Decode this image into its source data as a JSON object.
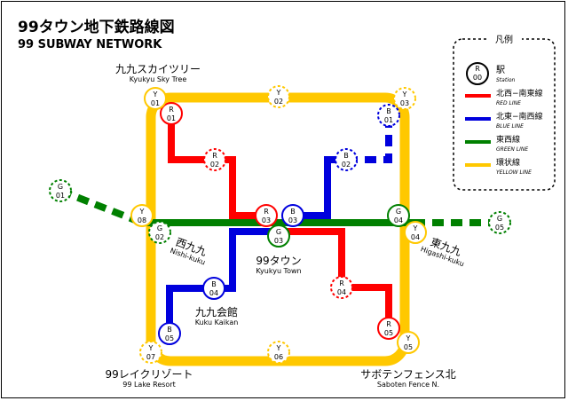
{
  "title_ja": "99タウン地下鉄路線図",
  "title_en": "99 SUBWAY NETWORK",
  "colors": {
    "red": "#ff0000",
    "blue": "#0000dd",
    "green": "#008000",
    "yellow": "#ffc800",
    "ink": "#000000"
  },
  "legend": {
    "title": "凡例",
    "station_sample": {
      "code": "R",
      "num": "00",
      "name": "駅",
      "name_en": "Station"
    },
    "lines": [
      {
        "key": "red",
        "name": "北西−南東線",
        "name_en": "RED LINE"
      },
      {
        "key": "blue",
        "name": "北東−南西線",
        "name_en": "BLUE LINE"
      },
      {
        "key": "green",
        "name": "東西線",
        "name_en": "GREEN LINE"
      },
      {
        "key": "yellow",
        "name": "環状線",
        "name_en": "YELLOW LINE"
      }
    ]
  },
  "stations": [
    {
      "code": "R",
      "num": "01",
      "color": "red",
      "dashed": false
    },
    {
      "code": "R",
      "num": "02",
      "color": "red",
      "dashed": true
    },
    {
      "code": "R",
      "num": "03",
      "color": "red",
      "dashed": false
    },
    {
      "code": "R",
      "num": "04",
      "color": "red",
      "dashed": true
    },
    {
      "code": "R",
      "num": "05",
      "color": "red",
      "dashed": false
    },
    {
      "code": "B",
      "num": "01",
      "color": "blue",
      "dashed": true
    },
    {
      "code": "B",
      "num": "02",
      "color": "blue",
      "dashed": true
    },
    {
      "code": "B",
      "num": "03",
      "color": "blue",
      "dashed": false
    },
    {
      "code": "B",
      "num": "04",
      "color": "blue",
      "dashed": false
    },
    {
      "code": "B",
      "num": "05",
      "color": "blue",
      "dashed": false
    },
    {
      "code": "G",
      "num": "01",
      "color": "green",
      "dashed": true
    },
    {
      "code": "G",
      "num": "02",
      "color": "green",
      "dashed": true
    },
    {
      "code": "G",
      "num": "03",
      "color": "green",
      "dashed": false
    },
    {
      "code": "G",
      "num": "04",
      "color": "green",
      "dashed": false
    },
    {
      "code": "G",
      "num": "05",
      "color": "green",
      "dashed": true
    },
    {
      "code": "Y",
      "num": "01",
      "color": "yellow",
      "dashed": false
    },
    {
      "code": "Y",
      "num": "02",
      "color": "yellow",
      "dashed": true
    },
    {
      "code": "Y",
      "num": "03",
      "color": "yellow",
      "dashed": true
    },
    {
      "code": "Y",
      "num": "04",
      "color": "yellow",
      "dashed": false
    },
    {
      "code": "Y",
      "num": "05",
      "color": "yellow",
      "dashed": false
    },
    {
      "code": "Y",
      "num": "06",
      "color": "yellow",
      "dashed": true
    },
    {
      "code": "Y",
      "num": "07",
      "color": "yellow",
      "dashed": true
    },
    {
      "code": "Y",
      "num": "08",
      "color": "yellow",
      "dashed": false
    }
  ],
  "place_labels": [
    {
      "ja": "九九スカイツリー",
      "en": "Kyukyu Sky Tree"
    },
    {
      "ja": "西九九",
      "en": "Nishi-kuku"
    },
    {
      "ja": "99タウン",
      "en": "Kyukyu Town"
    },
    {
      "ja": "東九九",
      "en": "Higashi-kuku"
    },
    {
      "ja": "九九会館",
      "en": "Kuku Kaikan"
    },
    {
      "ja": "99レイクリゾート",
      "en": "99 Lake Resort"
    },
    {
      "ja": "サボテンフェンス北",
      "en": "Saboten Fence N."
    }
  ]
}
